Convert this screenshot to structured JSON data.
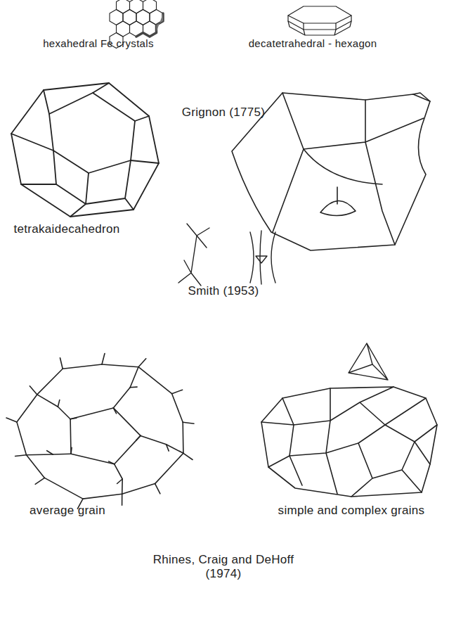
{
  "diagram": {
    "labels": [
      "hexahedral Fe crystals",
      "decatetrahedral - hexagon",
      "Grignon (1775)",
      "tetrakaidecahedron",
      "Smith (1953)",
      "average grain",
      "simple and complex grains",
      "Rhines, Craig and DeHoff (1974)"
    ]
  }
}
